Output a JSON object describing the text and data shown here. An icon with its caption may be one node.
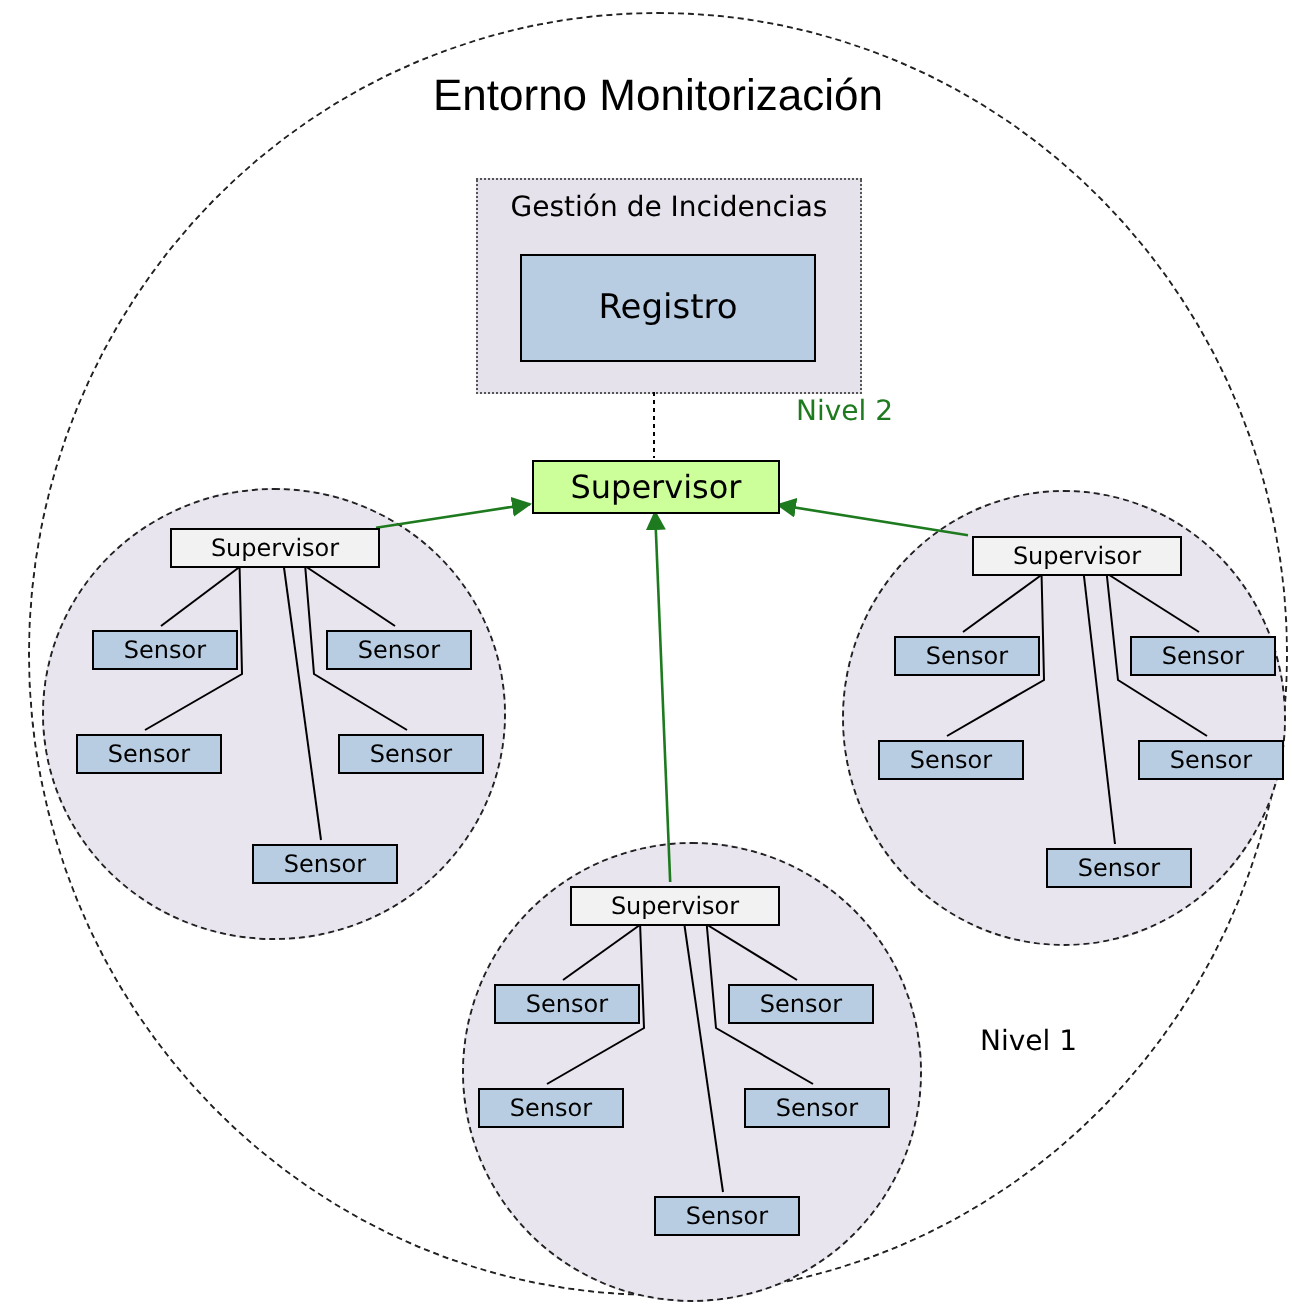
{
  "diagram": {
    "nodes": [
      {
        "text": [
          "Entorno Monitorización"
        ]
      },
      {
        "text": [
          "Gestión de Incidencias"
        ],
        "in": 0
      },
      {
        "text": [
          "Registro"
        ],
        "in": 1
      },
      {
        "text": [
          "Supervisor"
        ],
        "in": 0
      },
      {
        "text": [],
        "shape": "circle",
        "in": 0
      },
      {
        "text": [
          "Supervisor"
        ],
        "in": 4
      },
      {
        "text": [
          "Sensor"
        ],
        "in": 4
      },
      {
        "text": [
          "Sensor"
        ],
        "in": 4
      },
      {
        "text": [
          "Sensor"
        ],
        "in": 4
      },
      {
        "text": [
          "Sensor"
        ],
        "in": 4
      },
      {
        "text": [
          "Sensor"
        ],
        "in": 4
      },
      {
        "text": [],
        "shape": "circle",
        "in": 0
      },
      {
        "text": [
          "Supervisor"
        ],
        "in": 11
      },
      {
        "text": [
          "Sensor"
        ],
        "in": 11
      },
      {
        "text": [
          "Sensor"
        ],
        "in": 11
      },
      {
        "text": [
          "Sensor"
        ],
        "in": 11
      },
      {
        "text": [
          "Sensor"
        ],
        "in": 11
      },
      {
        "text": [
          "Sensor"
        ],
        "in": 11
      },
      {
        "text": [],
        "shape": "circle",
        "in": 0
      },
      {
        "text": [
          "Supervisor"
        ],
        "in": 18
      },
      {
        "text": [
          "Sensor"
        ],
        "in": 18
      },
      {
        "text": [
          "Sensor"
        ],
        "in": 18
      },
      {
        "text": [
          "Sensor"
        ],
        "in": 18
      },
      {
        "text": [
          "Sensor"
        ],
        "in": 18
      },
      {
        "text": [
          "Sensor"
        ],
        "in": 18
      }
    ],
    "edges": [
      {
        "from": 1,
        "to": 3,
        "arrow": "none",
        "style": "dashed"
      },
      {
        "from": 5,
        "to": 3,
        "arrow": "to",
        "color": "#1e7a1e"
      },
      {
        "from": 12,
        "to": 3,
        "arrow": "to",
        "color": "#1e7a1e"
      },
      {
        "from": 19,
        "to": 3,
        "arrow": "to",
        "color": "#1e7a1e"
      },
      {
        "from": 5,
        "to": 6,
        "arrow": "none"
      },
      {
        "from": 5,
        "to": 7,
        "arrow": "none"
      },
      {
        "from": 5,
        "to": 8,
        "arrow": "none"
      },
      {
        "from": 5,
        "to": 9,
        "arrow": "none"
      },
      {
        "from": 5,
        "to": 10,
        "arrow": "none"
      },
      {
        "from": 12,
        "to": 13,
        "arrow": "none"
      },
      {
        "from": 12,
        "to": 14,
        "arrow": "none"
      },
      {
        "from": 12,
        "to": 15,
        "arrow": "none"
      },
      {
        "from": 12,
        "to": 16,
        "arrow": "none"
      },
      {
        "from": 12,
        "to": 17,
        "arrow": "none"
      },
      {
        "from": 19,
        "to": 20,
        "arrow": "none"
      },
      {
        "from": 19,
        "to": 21,
        "arrow": "none"
      },
      {
        "from": 19,
        "to": 22,
        "arrow": "none"
      },
      {
        "from": 19,
        "to": 23,
        "arrow": "none"
      },
      {
        "from": 19,
        "to": 24,
        "arrow": "none"
      }
    ],
    "labels": [
      "Nivel 2",
      "Nivel 1"
    ]
  }
}
